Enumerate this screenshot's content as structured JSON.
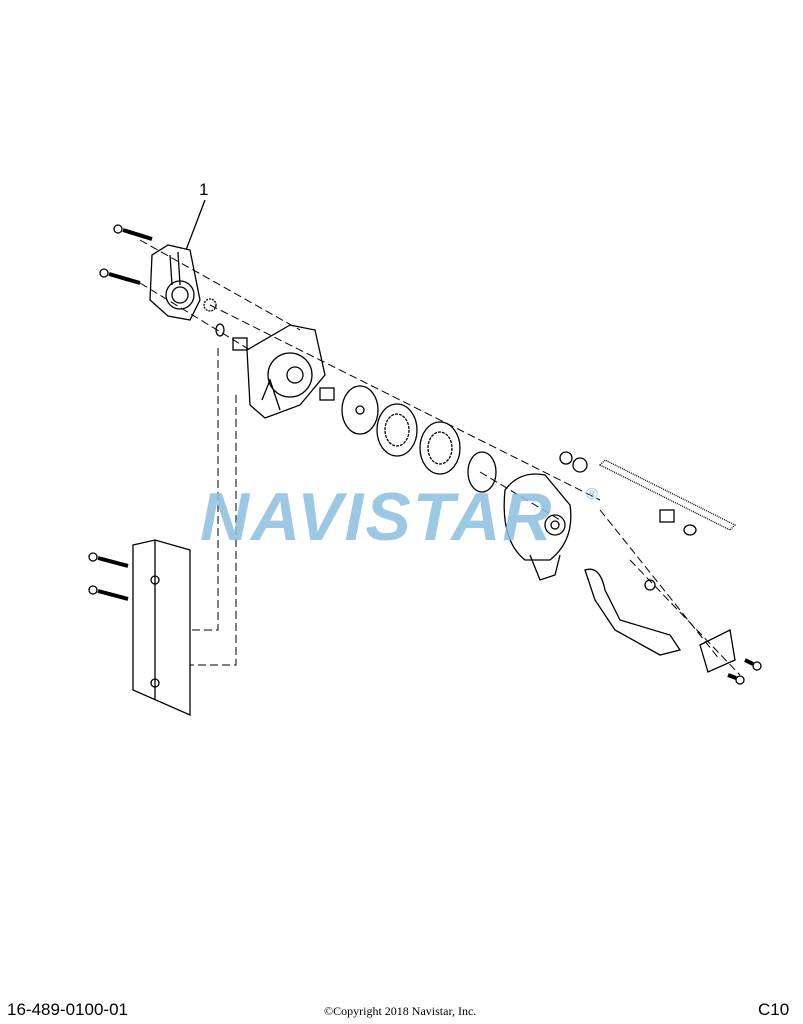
{
  "diagram": {
    "callouts": [
      "1"
    ],
    "watermark": "NAVISTAR",
    "watermark_mark": "®",
    "watermark_color": "#8dbfe0"
  },
  "footer": {
    "part_number": "16-489-0100-01",
    "copyright": "©Copyright 2018 Navistar, Inc.",
    "page_code": "C10"
  }
}
